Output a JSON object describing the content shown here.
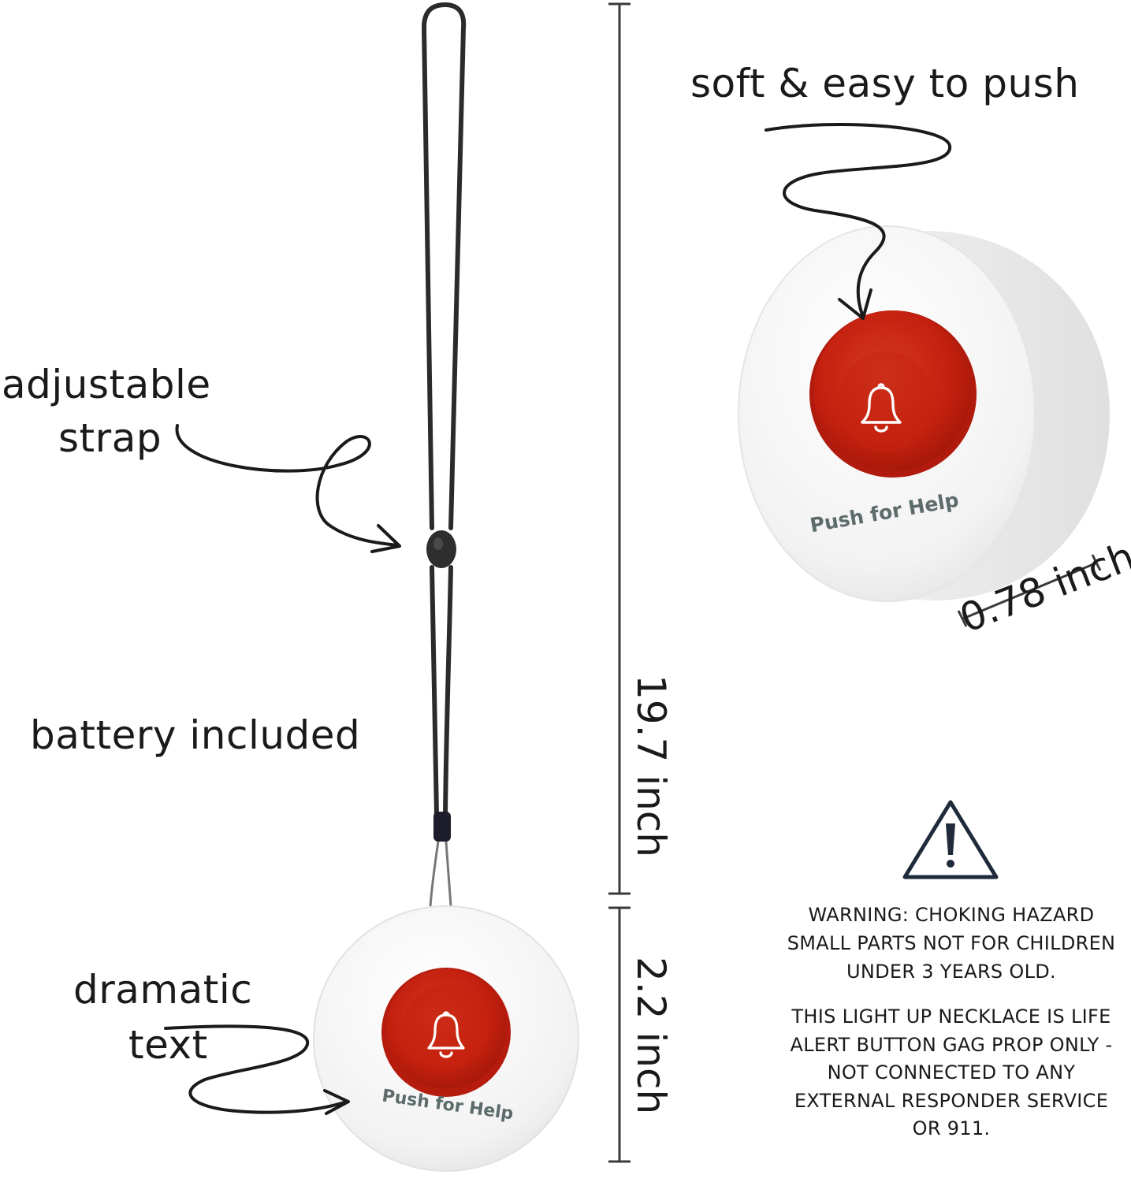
{
  "callouts": {
    "adjustable_strap_line1": "adjustable",
    "adjustable_strap_line2": "strap",
    "battery": "battery included",
    "dramatic_line1": "dramatic",
    "dramatic_line2": "text",
    "soft_push": "soft & easy to push"
  },
  "dimensions": {
    "strap_length": "19.7 inch",
    "button_diameter": "2.2 inch",
    "button_depth": "0.78 inch"
  },
  "button": {
    "printed_text": "Push for Help",
    "icon": "bell-icon",
    "face_color": "#d9281a",
    "body_color": "#f5f5f5"
  },
  "warning": {
    "icon": "warning-triangle-icon",
    "head_line1": "WARNING: CHOKING HAZARD",
    "head_line2": "SMALL PARTS NOT FOR CHILDREN",
    "head_line3": "UNDER 3 YEARS OLD.",
    "body_line1": "THIS LIGHT UP NECKLACE IS LIFE",
    "body_line2": "ALERT BUTTON GAG PROP ONLY -",
    "body_line3": "NOT CONNECTED TO ANY",
    "body_line4": "EXTERNAL RESPONDER SERVICE",
    "body_line5": "OR 911."
  }
}
